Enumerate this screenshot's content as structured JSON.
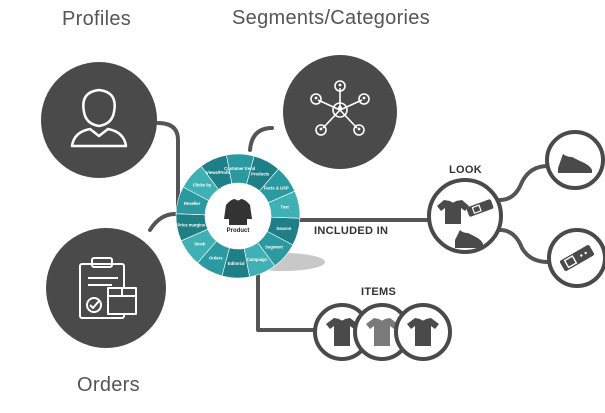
{
  "labels": {
    "profiles": "Profiles",
    "segments": "Segments/Categories",
    "orders": "Orders",
    "look": "LOOK",
    "included_in": "INCLUDED IN",
    "items": "ITEMS"
  },
  "wheel": {
    "center": "Product",
    "segments": [
      "Products",
      "Facts & USP",
      "Text",
      "Season",
      "Segment",
      "Campaign",
      "Editorial",
      "Orders",
      "Stock",
      "Price margins",
      "Reseller",
      "Clicks by",
      "Views/Profile",
      "Customer trend"
    ]
  },
  "colors": {
    "circle": "#4a4a4a",
    "line": "#555555",
    "teal_dark": "#1f7f86",
    "teal": "#2a9aa0",
    "teal_light": "#3fb0b4"
  }
}
